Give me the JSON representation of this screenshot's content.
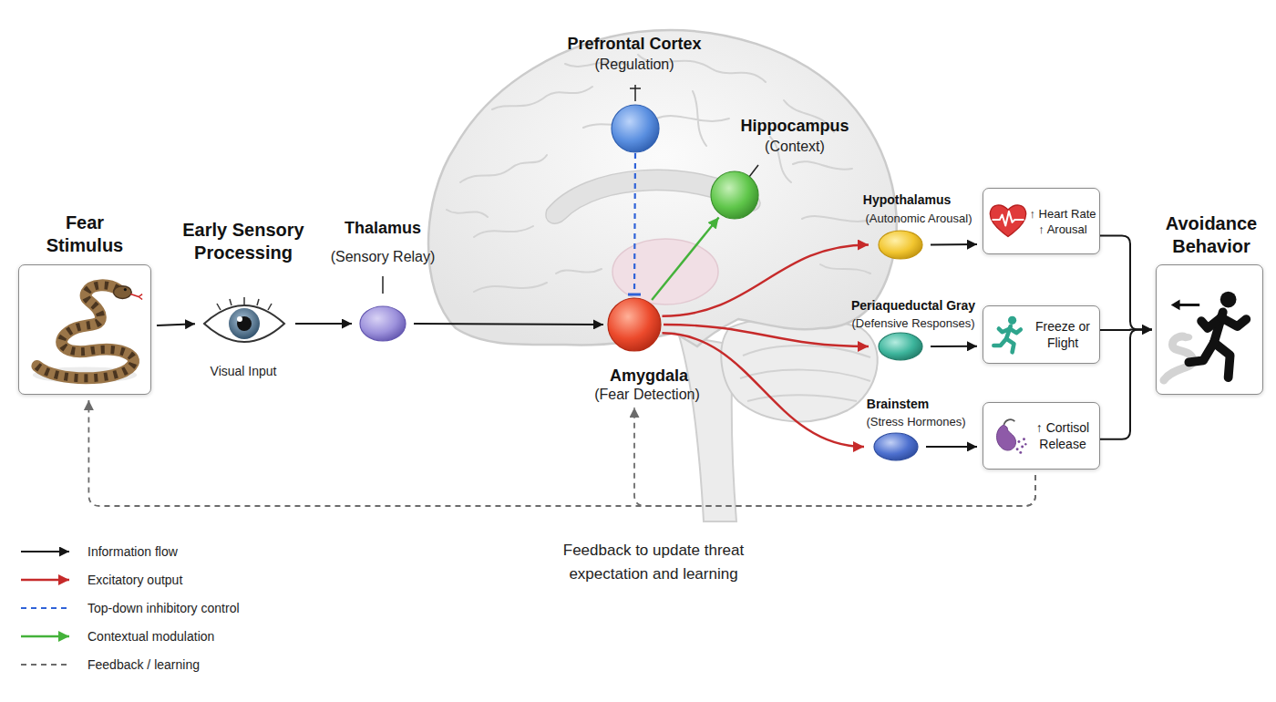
{
  "diagram": {
    "nodes": [
      {
        "text": [
          "Fear Stimulus"
        ]
      },
      {
        "text": [
          "Early Sensory Processing",
          "Visual Input"
        ]
      },
      {
        "text": [
          "Thalamus",
          "(Sensory Relay)"
        ]
      },
      {
        "text": [
          "Prefrontal Cortex",
          "(Regulation)"
        ]
      },
      {
        "text": [
          "Hippocampus",
          "(Context)"
        ]
      },
      {
        "text": [
          "Amygdala",
          "(Fear Detection)"
        ]
      },
      {
        "text": [
          "Hypothalamus",
          "(Autonomic Arousal)"
        ]
      },
      {
        "text": [
          "↑ Heart Rate",
          "↑ Arousal"
        ]
      },
      {
        "text": [
          "Periaqueductal Gray",
          "(Defensive Responses)"
        ]
      },
      {
        "text": [
          "Freeze or Flight"
        ]
      },
      {
        "text": [
          "Brainstem",
          "(Stress Hormones)"
        ]
      },
      {
        "text": [
          "↑ Cortisol Release"
        ]
      },
      {
        "text": [
          "Avoidance Behavior"
        ]
      }
    ],
    "edges": [
      {
        "from": 0,
        "to": 1,
        "arrow": "to"
      },
      {
        "from": 1,
        "to": 2,
        "arrow": "to"
      },
      {
        "from": 2,
        "to": 5,
        "arrow": "to"
      },
      {
        "from": 3,
        "to": 5,
        "arrow": "to"
      },
      {
        "from": 5,
        "to": 4,
        "arrow": "to"
      },
      {
        "from": 5,
        "to": 6,
        "arrow": "to"
      },
      {
        "from": 5,
        "to": 8,
        "arrow": "to"
      },
      {
        "from": 5,
        "to": 10,
        "arrow": "to"
      },
      {
        "from": 6,
        "to": 7,
        "arrow": "to"
      },
      {
        "from": 8,
        "to": 9,
        "arrow": "to"
      },
      {
        "from": 10,
        "to": 11,
        "arrow": "to"
      },
      {
        "from": 7,
        "to": 12,
        "arrow": "to"
      },
      {
        "from": 9,
        "to": 12,
        "arrow": "to"
      },
      {
        "from": 11,
        "to": 12,
        "arrow": "to"
      },
      {
        "from": 11,
        "to": 0,
        "arrow": "to"
      },
      {
        "from": 11,
        "to": 5,
        "arrow": "to"
      }
    ],
    "labels": [
      "Feedback to update threat expectation and learning"
    ],
    "legend": [
      {
        "text": "Information flow"
      },
      {
        "text": "Excitatory output"
      },
      {
        "text": "Top-down inhibitory control"
      },
      {
        "text": "Contextual modulation"
      },
      {
        "text": "Feedback / learning"
      }
    ]
  }
}
